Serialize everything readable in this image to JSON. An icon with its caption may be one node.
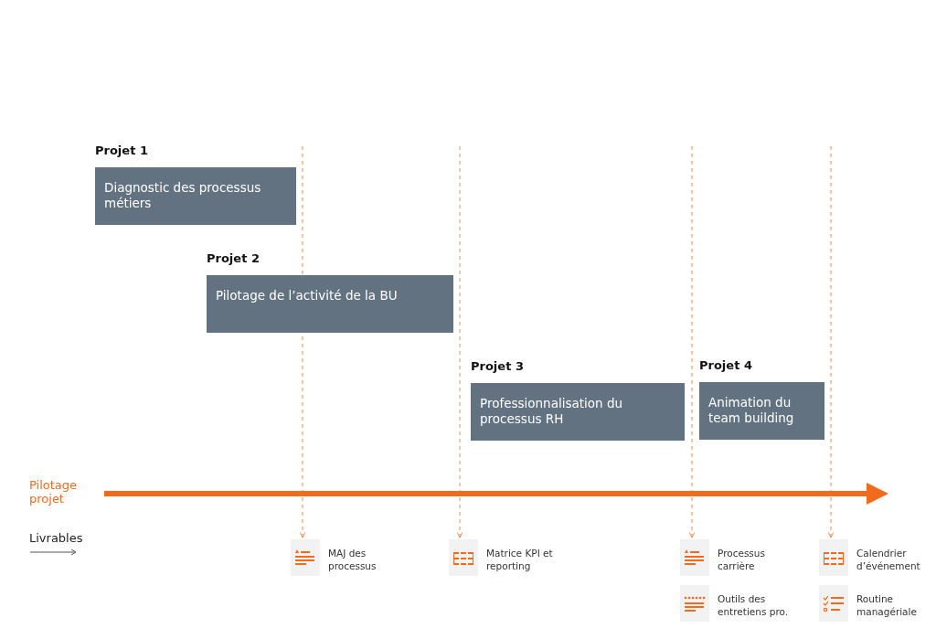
{
  "diagram": {
    "nodes": [
      {
        "text": [
          "Projet 1",
          "Diagnostic des processus métiers"
        ]
      },
      {
        "text": [
          "Projet 2",
          "Pilotage de l’activité de la BU"
        ]
      },
      {
        "text": [
          "Projet 3",
          "Professionnalisation du processus RH"
        ]
      },
      {
        "text": [
          "Projet 4",
          "Animation du team building"
        ]
      },
      {
        "text": [
          "MAJ des processus"
        ]
      },
      {
        "text": [
          "Matrice KPI et reporting"
        ]
      },
      {
        "text": [
          "Processus carrière"
        ]
      },
      {
        "text": [
          "Calendrier d’événement"
        ]
      },
      {
        "text": [
          "Outils des entretiens pro."
        ]
      },
      {
        "text": [
          "Routine managériale"
        ]
      }
    ],
    "edges": [
      {
        "from": null,
        "to": 4,
        "arrow": "to",
        "style": "dashed"
      },
      {
        "from": null,
        "to": 5,
        "arrow": "to",
        "style": "dashed"
      },
      {
        "from": null,
        "to": 6,
        "arrow": "to",
        "style": "dashed"
      },
      {
        "from": null,
        "to": 7,
        "arrow": "to",
        "style": "dashed"
      }
    ],
    "labels": [
      "Pilotage projet",
      "Livrables"
    ]
  }
}
